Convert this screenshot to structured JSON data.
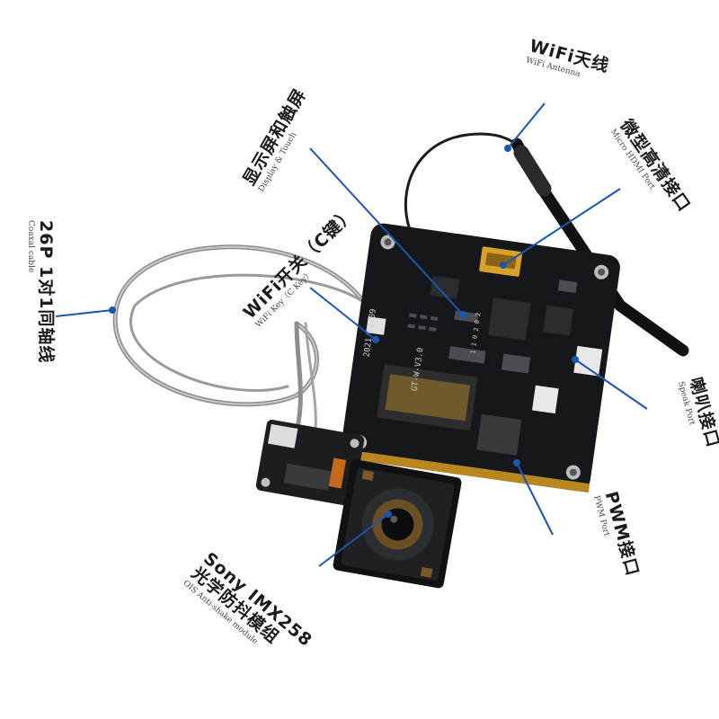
{
  "labels": {
    "wifi_antenna": {
      "zh": "WiFi天线",
      "en": "WiFi Antenna"
    },
    "display_touch": {
      "zh": "显示屏和触屏",
      "en": "Display & Touch"
    },
    "micro_hdmi": {
      "zh": "微型高清接口",
      "en": "Micro HDMI Port"
    },
    "wifi_key": {
      "zh": "WiFi开关（C键）",
      "en": "WiFi Key（C Key）"
    },
    "coaxal": {
      "zh": "26P 1对1同轴线",
      "en": "Coaxal cable"
    },
    "speak_port": {
      "zh": "喇叭接口",
      "en": "Speak Port"
    },
    "pwm_port": {
      "zh": "PWM接口",
      "en": "PWM Port"
    },
    "sony": {
      "zh": "Sony IMX258",
      "zh2": "光学防抖模组",
      "en": "OIS Anti-shake module"
    }
  },
  "board_marks": {
    "date": "2021/01/09",
    "model": "GT-W-V3.0",
    "vertical_mark": "1 1 0 2 0 2"
  },
  "colors": {
    "leader_line": "#1a56b0",
    "pcb": "#15171a",
    "label_text": "#1b1b1b"
  }
}
